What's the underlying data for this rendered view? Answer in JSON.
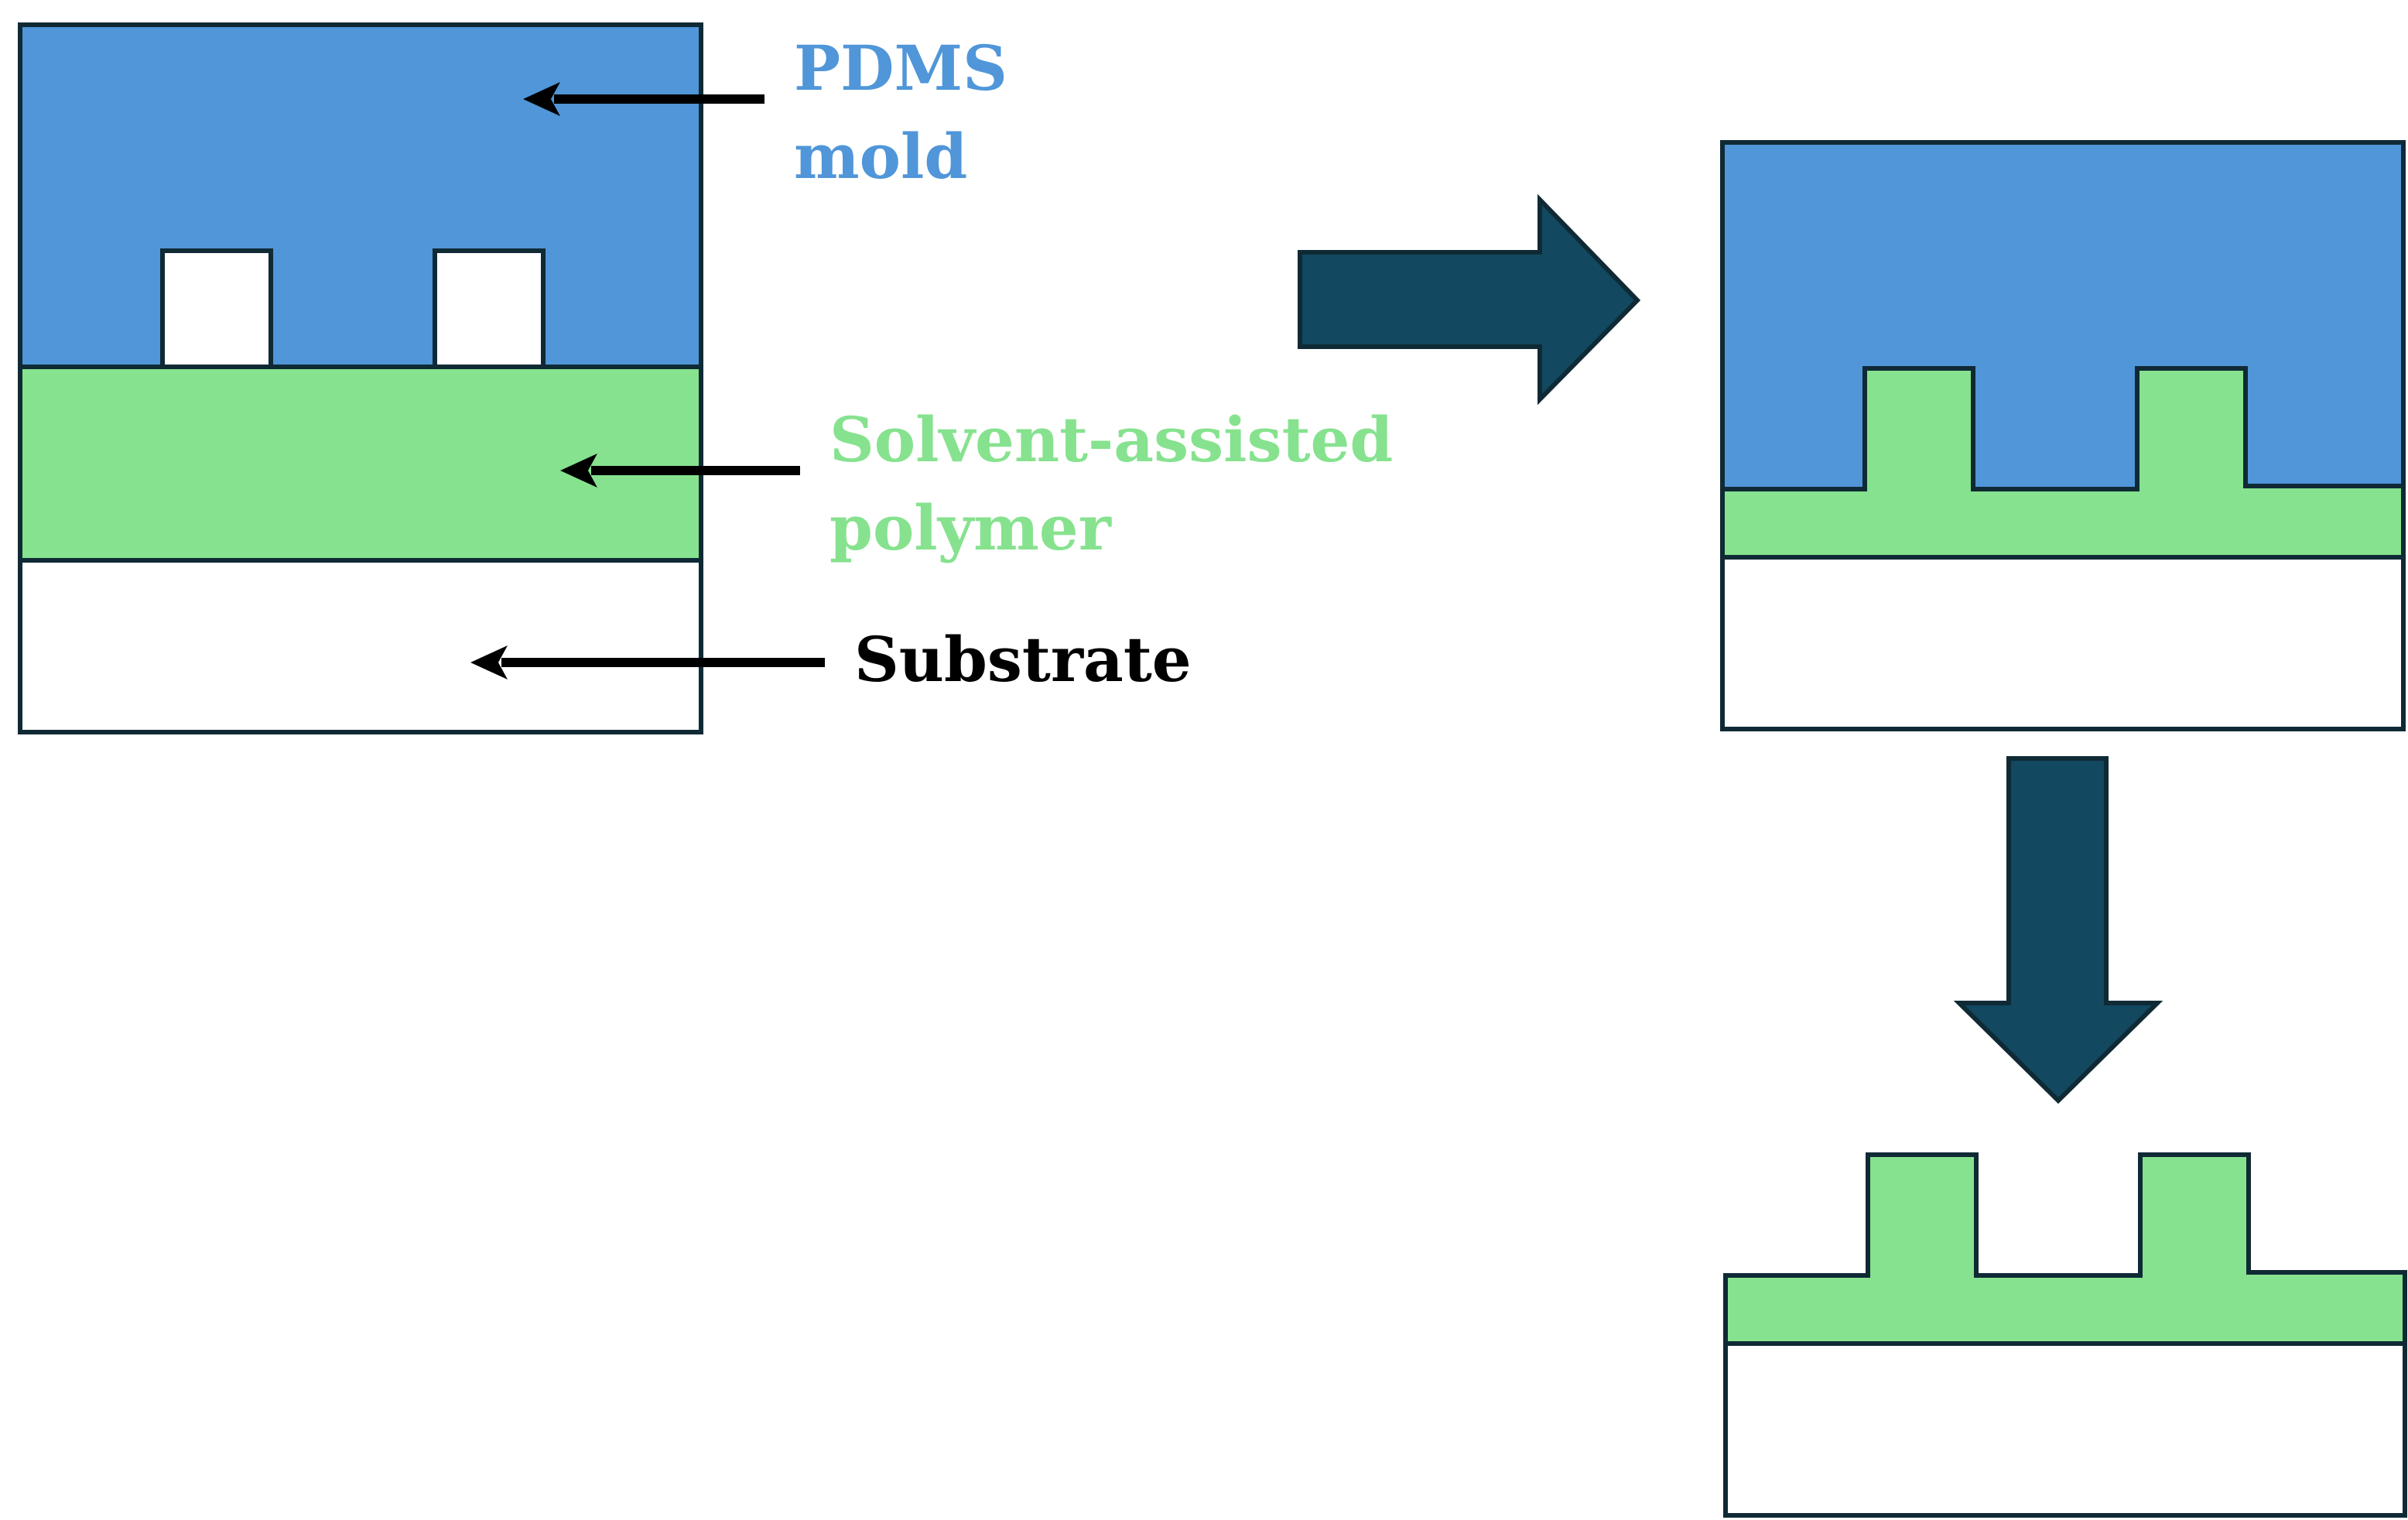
{
  "labels": {
    "mold": [
      "PDMS",
      "mold"
    ],
    "polymer": [
      "Solvent-assisted",
      "polymer"
    ],
    "substrate": "Substrate"
  },
  "colors": {
    "mold": "#5096d9",
    "polymer": "#86e28e",
    "substrate": "#ffffff",
    "outline": "#0f2a35",
    "process_arrow": "#124860",
    "pointer_arrow": "#000000",
    "mold_label": "#5096d9",
    "polymer_label": "#86e28e",
    "substrate_label": "#000000"
  }
}
